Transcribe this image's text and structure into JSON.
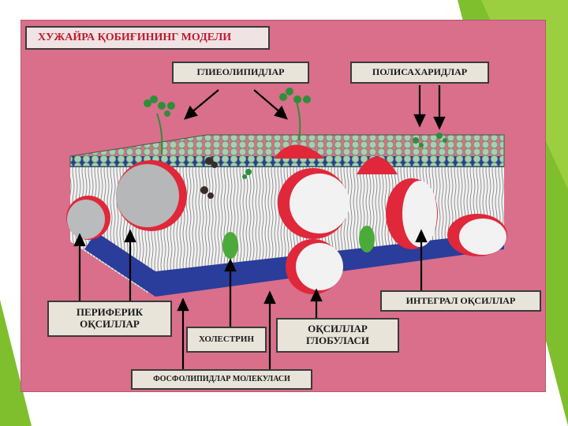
{
  "title": "ХУЖАЙРА ҚОБИҒИНИНГ МОДЕЛИ",
  "labels": {
    "glycolipids": "ГЛИЕОЛИПИДЛАР",
    "polysaccharides": "ПОЛИСАХАРИДЛАР",
    "integral_proteins": "ИНТЕГРАЛ ОҚСИЛЛАР",
    "peripheral_proteins": "ПЕРИФЕРИК\nОҚСИЛЛАР",
    "cholesterol": "ХОЛЕСТРИН",
    "protein_globules": "ОҚСИЛЛАР\nГЛОБУЛАСИ",
    "phospholipid_molecules": "ФОСФОЛИПИДЛАР МОЛЕКУЛАСИ"
  },
  "colors": {
    "slide_bg": "#d96f8b",
    "membrane_head_top": "#9fc7a8",
    "membrane_head_blue": "#2a3d9a",
    "protein_red": "#e0283a",
    "protein_white": "#f2f2f2",
    "accent_green": "#7fbf2e"
  }
}
